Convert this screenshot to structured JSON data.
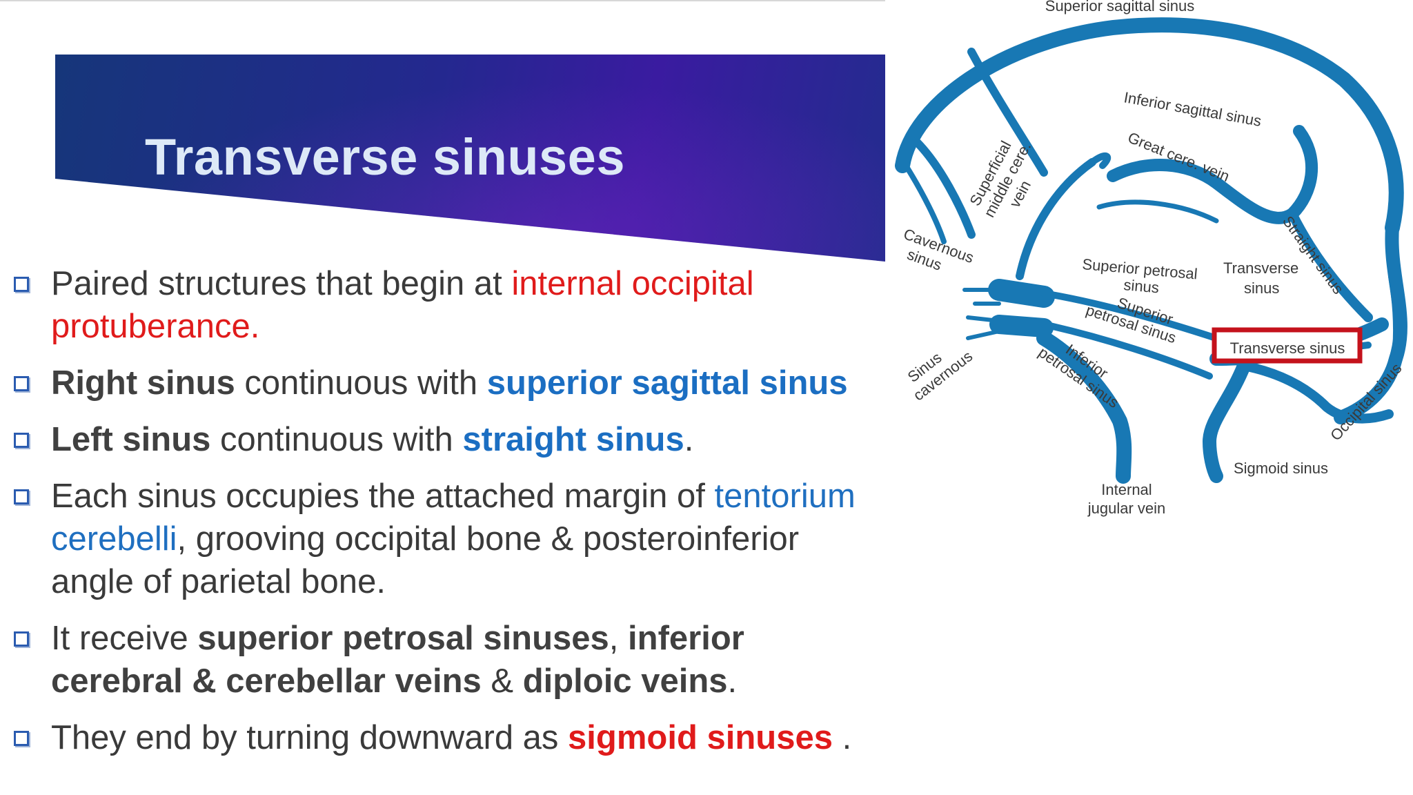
{
  "slide": {
    "title": "Transverse sinuses",
    "bullets": [
      {
        "segments": [
          {
            "text": "Paired structures that begin at  ",
            "style": "normal"
          },
          {
            "text": "internal occipital",
            "style": "red"
          }
        ],
        "line2": [
          {
            "text": "protuberance.",
            "style": "red"
          }
        ]
      },
      {
        "segments": [
          {
            "text": "Right sinus",
            "style": "bold"
          },
          {
            "text": " continuous with ",
            "style": "normal"
          },
          {
            "text": "superior sagittal sinus",
            "style": "blue-bold"
          }
        ]
      },
      {
        "segments": [
          {
            "text": "Left sinus",
            "style": "bold"
          },
          {
            "text": " continuous with  ",
            "style": "normal"
          },
          {
            "text": "straight sinus",
            "style": "blue-bold"
          },
          {
            "text": ".",
            "style": "normal"
          }
        ]
      },
      {
        "line1": [
          {
            "text": "Each sinus occupies the attached margin of ",
            "style": "normal"
          },
          {
            "text": "tentorium",
            "style": "blue"
          }
        ],
        "line2": [
          {
            "text": "cerebelli",
            "style": "blue"
          },
          {
            "text": ", grooving occipital bone & posteroinferior",
            "style": "normal"
          }
        ],
        "line3": [
          {
            "text": "angle of parietal bone.",
            "style": "normal"
          }
        ]
      },
      {
        "line1": [
          {
            "text": "It receive ",
            "style": "normal"
          },
          {
            "text": "superior petrosal sinuses",
            "style": "bold"
          },
          {
            "text": ", ",
            "style": "normal"
          },
          {
            "text": "inferior",
            "style": "bold"
          }
        ],
        "line2": [
          {
            "text": "cerebral & cerebellar veins",
            "style": "bold"
          },
          {
            "text": " &  ",
            "style": "normal"
          },
          {
            "text": "diploic veins",
            "style": "bold"
          },
          {
            "text": ".",
            "style": "normal"
          }
        ]
      },
      {
        "segments": [
          {
            "text": "They end by turning downward as ",
            "style": "normal"
          },
          {
            "text": "sigmoid sinuses",
            "style": "red-bold"
          },
          {
            "text": " .",
            "style": "normal"
          }
        ]
      }
    ]
  },
  "diagram": {
    "labels": {
      "superior_sagittal_sinus": "Superior sagittal sinus",
      "inferior_sagittal_sinus": "Inferior sagittal sinus",
      "great_cere_vein": "Great cere. vein",
      "superficial_middle_cere_vein": [
        "Superficial",
        "middle cere.",
        "vein"
      ],
      "straight_sinus": "Straight sinus",
      "cavernous_sinus": [
        "Cavernous",
        "sinus"
      ],
      "superior_petrosal_sinus_a": [
        "Superior petrosal",
        "sinus"
      ],
      "transverse_sinus_a": [
        "Transverse",
        "sinus"
      ],
      "superior_petrosal_sinus_b": [
        "Superior",
        "petrosal sinus"
      ],
      "transverse_sinus_highlight": "Transverse sinus",
      "sinus_cavernous": [
        "Sinus",
        "cavernous"
      ],
      "inferior_petrosal_sinus": [
        "Inferior",
        "petrosal sinus"
      ],
      "occipital_sinus": "Occipital sinus",
      "sigmoid_sinus": "Sigmoid sinus",
      "internal_jugular_vein": [
        "Internal",
        "jugular vein"
      ]
    },
    "colors": {
      "vessel": "#1878b4",
      "highlight_box": "#c4121c"
    }
  }
}
